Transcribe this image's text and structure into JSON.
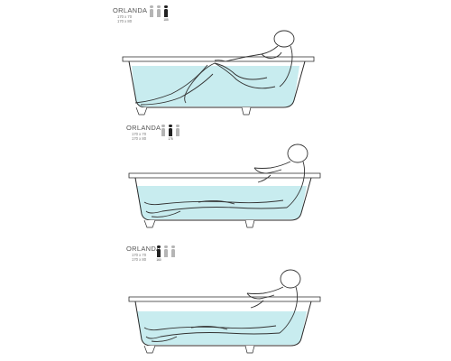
{
  "panels": [
    {
      "title": "ORLANDA",
      "sizes": [
        "170 x 70",
        "170 x 80"
      ],
      "people": [
        {
          "label": "",
          "active": false
        },
        {
          "label": "",
          "active": false
        },
        {
          "label": "185",
          "active": true
        }
      ]
    },
    {
      "title": "ORLANDA",
      "sizes": [
        "170 x 70",
        "170 x 80"
      ],
      "people": [
        {
          "label": "",
          "active": false
        },
        {
          "label": "175",
          "active": true
        },
        {
          "label": "",
          "active": false
        }
      ]
    },
    {
      "title": "ORLANDA",
      "sizes": [
        "170 x 70",
        "170 x 80"
      ],
      "people": [
        {
          "label": "160",
          "active": true
        },
        {
          "label": "",
          "active": false
        },
        {
          "label": "",
          "active": false
        }
      ]
    }
  ],
  "colors": {
    "water": "#c8ecef",
    "water_edge": "#9fd8dd",
    "line": "#333333",
    "tub_outline": "#2a2a2a"
  }
}
